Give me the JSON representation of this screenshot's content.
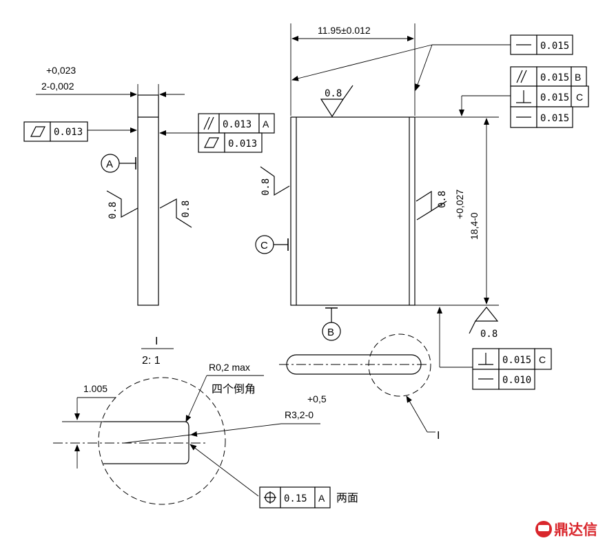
{
  "left_view": {
    "width_tol_upper": "+0,023",
    "width_tol_lower": "2-0,002",
    "flatness_value": "0.013",
    "fcf_parallel_value": "0.013",
    "fcf_parallel_datum": "A",
    "fcf_flatness_value": "0.013",
    "datum_a": "A",
    "datum_c": "C",
    "roughness_left": "0.8",
    "roughness_right": "0.8"
  },
  "front_view": {
    "width_dim": "11.95±0.012",
    "straightness_value": "0.015",
    "fcf1_parallel_value": "0.015",
    "fcf1_parallel_datum": "B",
    "fcf1_perp_value": "0.015",
    "fcf1_perp_datum": "C",
    "fcf1_straight_value": "0.015",
    "roughness_top": "0.8",
    "roughness_left": "0.8",
    "roughness_right": "0.8",
    "roughness_bottom": "0.8",
    "height_tol_upper": "+0,027",
    "height_dim": "18,4-0",
    "datum_b": "B",
    "fcf2_perp_value": "0.015",
    "fcf2_perp_datum": "C",
    "fcf2_straight_value": "0.010",
    "detail_callout": "I"
  },
  "detail": {
    "title": "I",
    "scale": "2: 1",
    "offset_dim": "1.005",
    "fillet_note": "R0,2 max",
    "fillet_note_cn": "四个倒角",
    "radius_tol": "+0,5",
    "radius_dim": "R3,2-0",
    "position_value": "0.15",
    "position_datum": "A",
    "position_note": "两面"
  },
  "logo": {
    "text": "鼎达信",
    "color": "#d9262c"
  }
}
